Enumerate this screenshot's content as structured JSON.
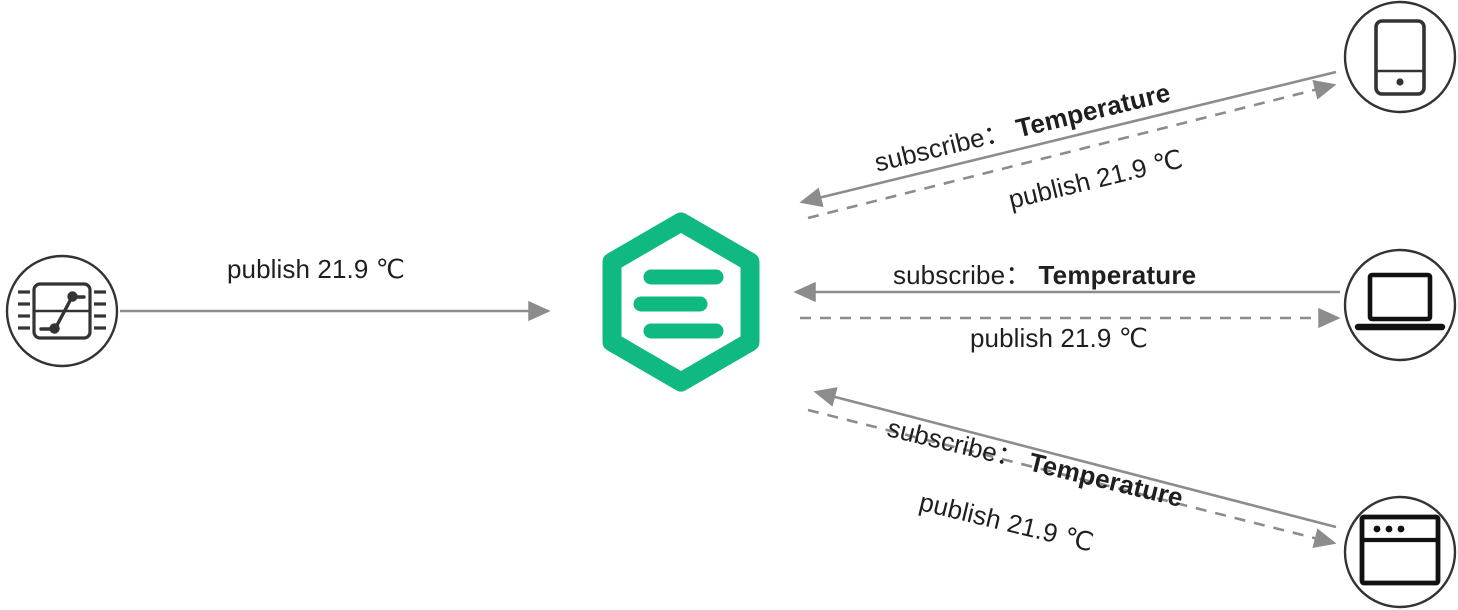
{
  "diagram": {
    "title": "MQTT publish subscribe flow",
    "theme": {
      "broker_green": "#10b981",
      "line_gray": "#8c8c8c",
      "icon_dark": "#333333",
      "text_dark": "#1f1f1f",
      "background": "#ffffff"
    },
    "nodes": {
      "sensor": {
        "icon": "sensor-chip-icon",
        "label": ""
      },
      "broker": {
        "icon": "emqx-hexagon-logo",
        "label": ""
      },
      "phone": {
        "icon": "mobile-phone-icon",
        "label": ""
      },
      "laptop": {
        "icon": "laptop-icon",
        "label": ""
      },
      "browser": {
        "icon": "browser-window-icon",
        "label": ""
      }
    },
    "edges": {
      "sensor_to_broker": {
        "label": "publish 21.9 ℃",
        "style": "solid",
        "direction": "right"
      },
      "phone_subscribe": {
        "prefix": "subscribe",
        "separator": "：",
        "topic": "Temperature",
        "style": "solid",
        "direction": "left"
      },
      "phone_publish": {
        "label": "publish 21.9 ℃",
        "style": "dashed",
        "direction": "right"
      },
      "laptop_subscribe": {
        "prefix": "subscribe",
        "separator": "：",
        "topic": "Temperature",
        "style": "solid",
        "direction": "left"
      },
      "laptop_publish": {
        "label": "publish 21.9 ℃",
        "style": "dashed",
        "direction": "right"
      },
      "browser_subscribe": {
        "prefix": "subscribe",
        "separator": "：",
        "topic": "Temperature",
        "style": "solid",
        "direction": "left"
      },
      "browser_publish": {
        "label": "publish 21.9 ℃",
        "style": "dashed",
        "direction": "right"
      }
    }
  }
}
